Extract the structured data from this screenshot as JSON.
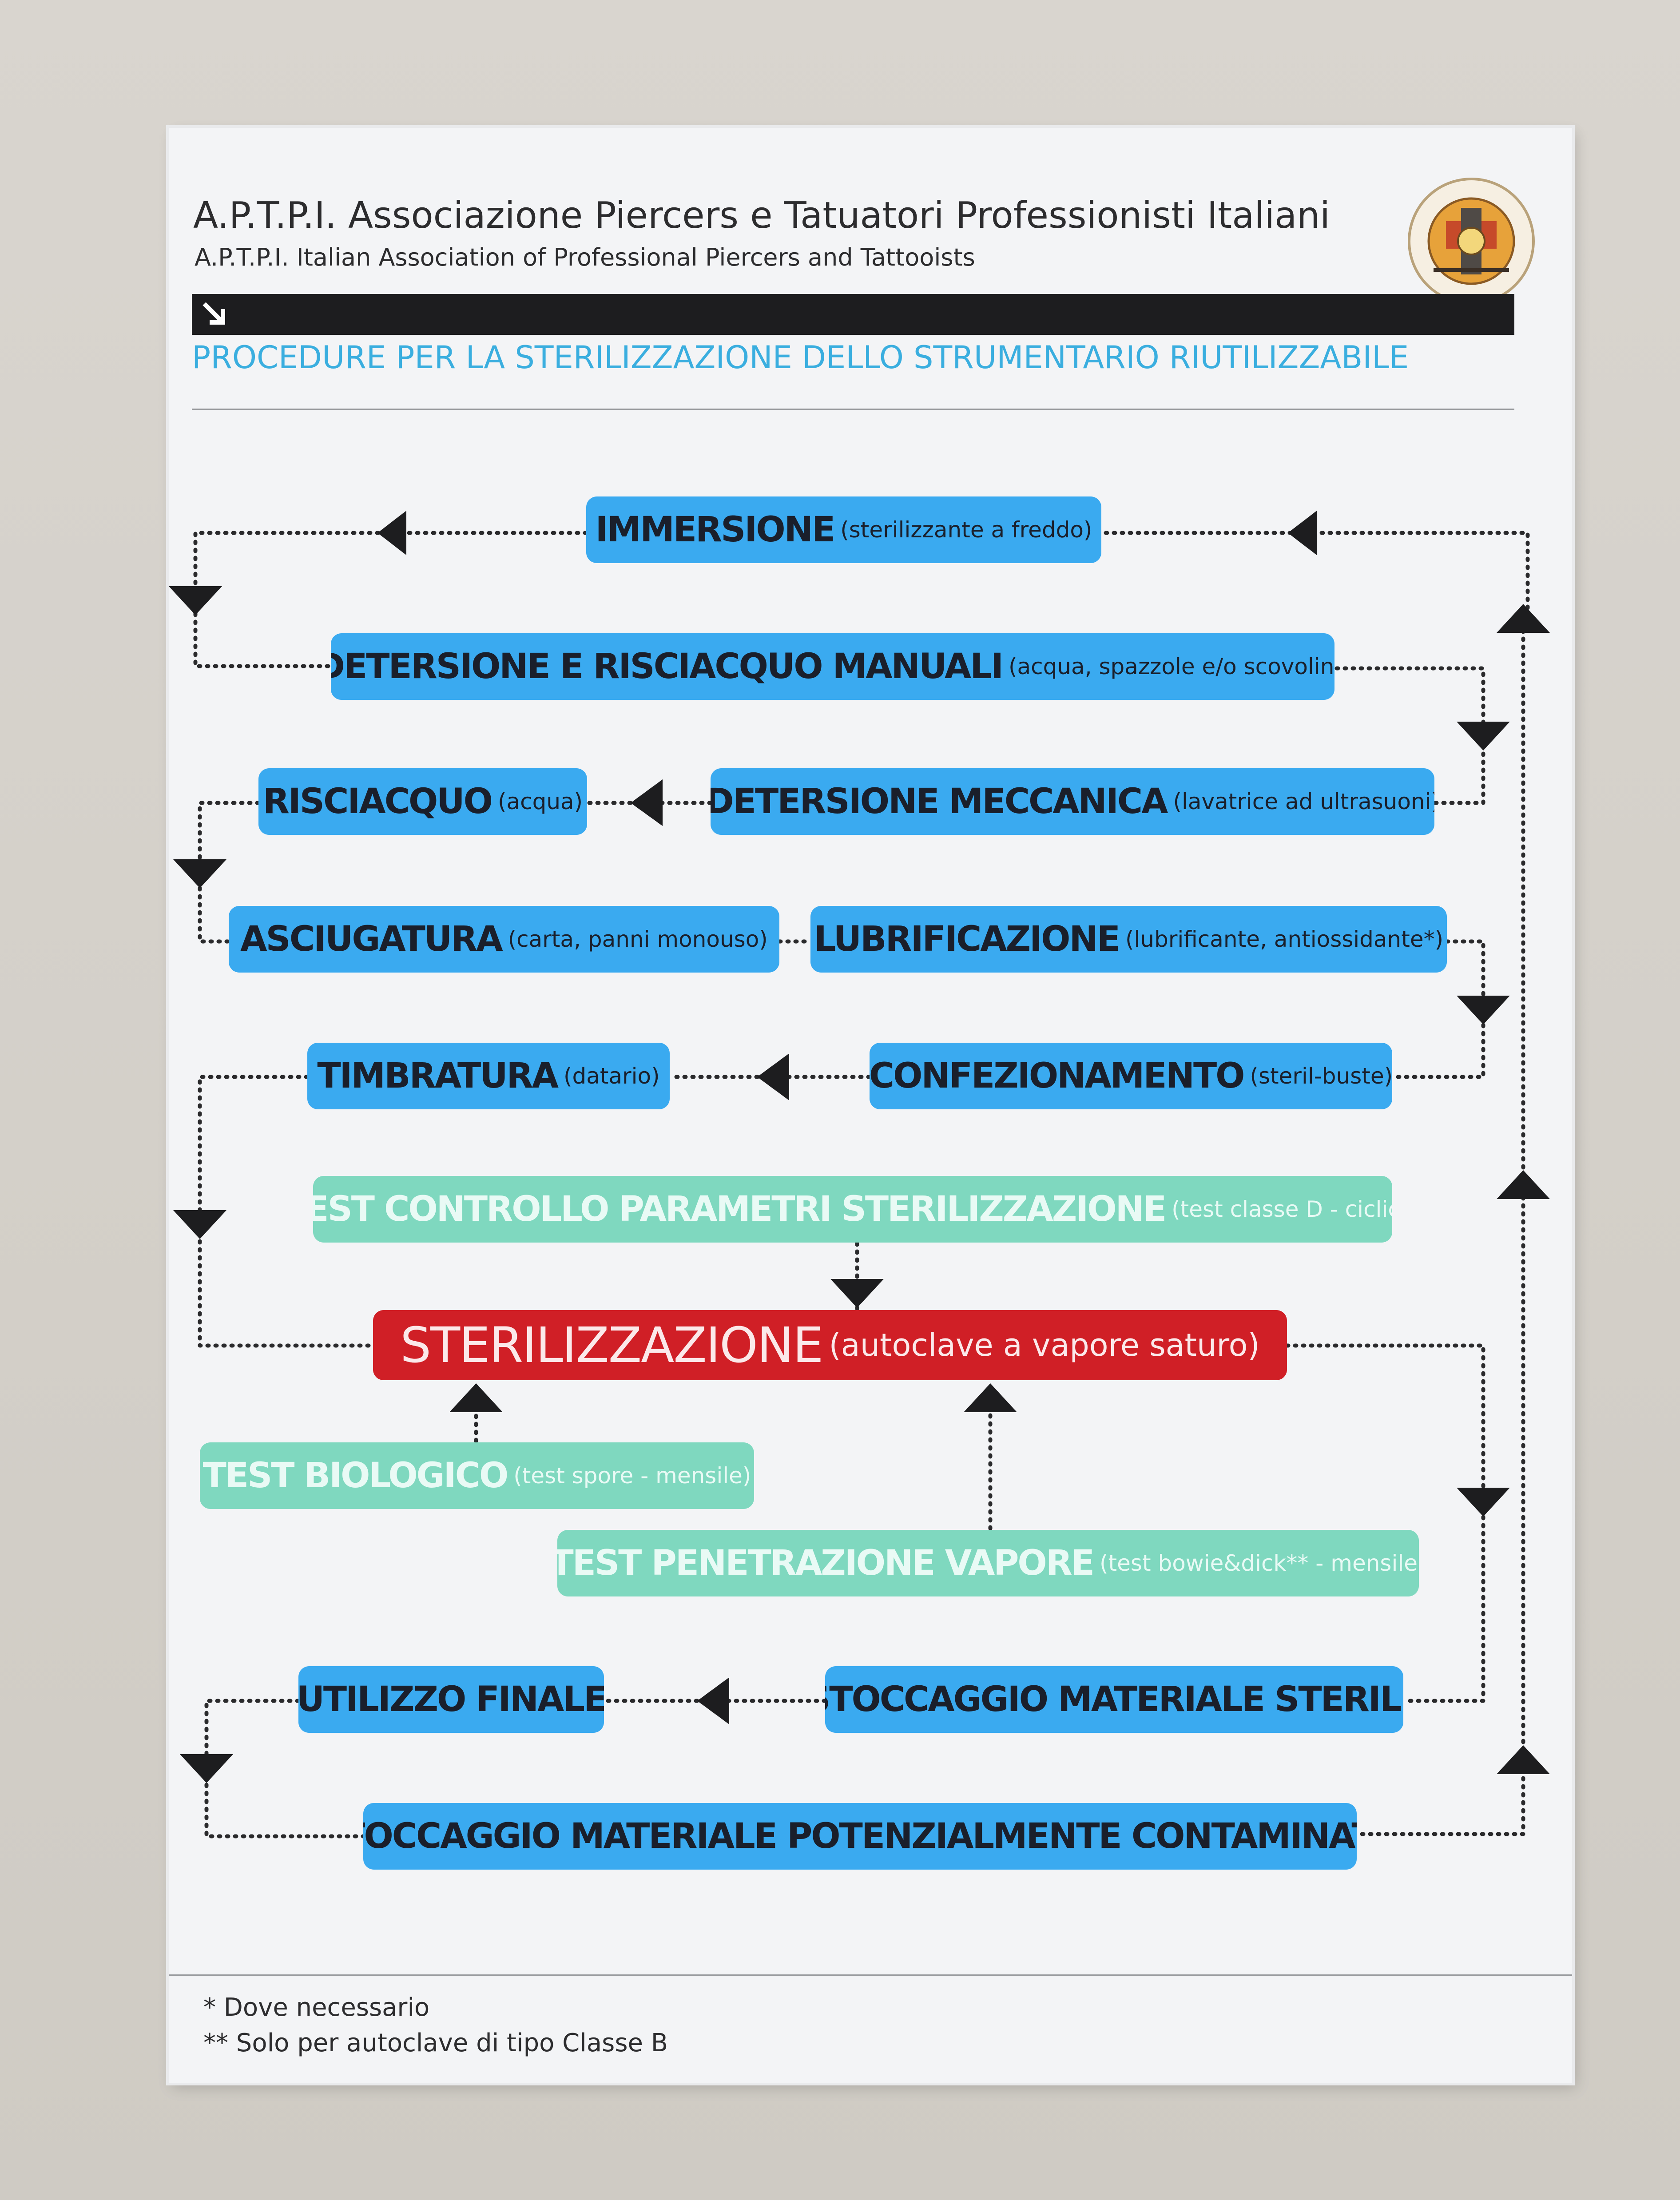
{
  "poster": {
    "title_it": "A.P.T.P.I. Associazione Piercers e Tatuatori Professionisti Italiani",
    "title_en": "A.P.T.P.I. Italian Association of Professional Piercers and Tattooists",
    "subtitle": "PROCEDURE PER LA STERILIZZAZIONE DELLO STRUMENTARIO RIUTILIZZABILE",
    "logo_icon": "association-seal-icon"
  },
  "steps": {
    "immersione": {
      "label": "IMMERSIONE",
      "note": "(sterilizzante a freddo)"
    },
    "detersione_manuale": {
      "label": "DETERSIONE E RISCIACQUO MANUALI",
      "note": "(acqua, spazzole e/o scovolini)"
    },
    "risciacquo": {
      "label": "RISCIACQUO",
      "note": "(acqua)"
    },
    "detersione_meccanica": {
      "label": "DETERSIONE MECCANICA",
      "note": "(lavatrice ad ultrasuoni)"
    },
    "asciugatura": {
      "label": "ASCIUGATURA",
      "note": "(carta, panni monouso)"
    },
    "lubrificazione": {
      "label": "LUBRIFICAZIONE",
      "note": "(lubrificante, antiossidante*)"
    },
    "timbratura": {
      "label": "TIMBRATURA",
      "note": "(datario)"
    },
    "confezionamento": {
      "label": "CONFEZIONAMENTO",
      "note": "(steril-buste)"
    },
    "test_parametri": {
      "label": "TEST CONTROLLO PARAMETRI STERILIZZAZIONE",
      "note": "(test classe D - ciclico)"
    },
    "sterilizzazione": {
      "label": "STERILIZZAZIONE",
      "note": "(autoclave a vapore saturo)"
    },
    "test_biologico": {
      "label": "TEST BIOLOGICO",
      "note": "(test spore - mensile)"
    },
    "test_vapore": {
      "label": "TEST PENETRAZIONE VAPORE",
      "note": "(test bowie&dick** - mensile)"
    },
    "utilizzo_finale": {
      "label": "UTILIZZO FINALE",
      "note": ""
    },
    "stoccaggio_sterile": {
      "label": "STOCCAGGIO MATERIALE STERILE",
      "note": ""
    },
    "stoccaggio_contaminato": {
      "label": "STOCCAGGIO MATERIALE POTENZIALMENTE CONTAMINATO",
      "note": ""
    }
  },
  "footnotes": {
    "note1": "*  Dove necessario",
    "note2": "** Solo per autoclave di tipo Classe B"
  },
  "colors": {
    "step_blue": "#3aaaf0",
    "test_green": "#7fd8bf",
    "sterilization_red": "#d01f26",
    "subtitle_blue": "#3aaedf",
    "connector": "#1d1d1f"
  }
}
